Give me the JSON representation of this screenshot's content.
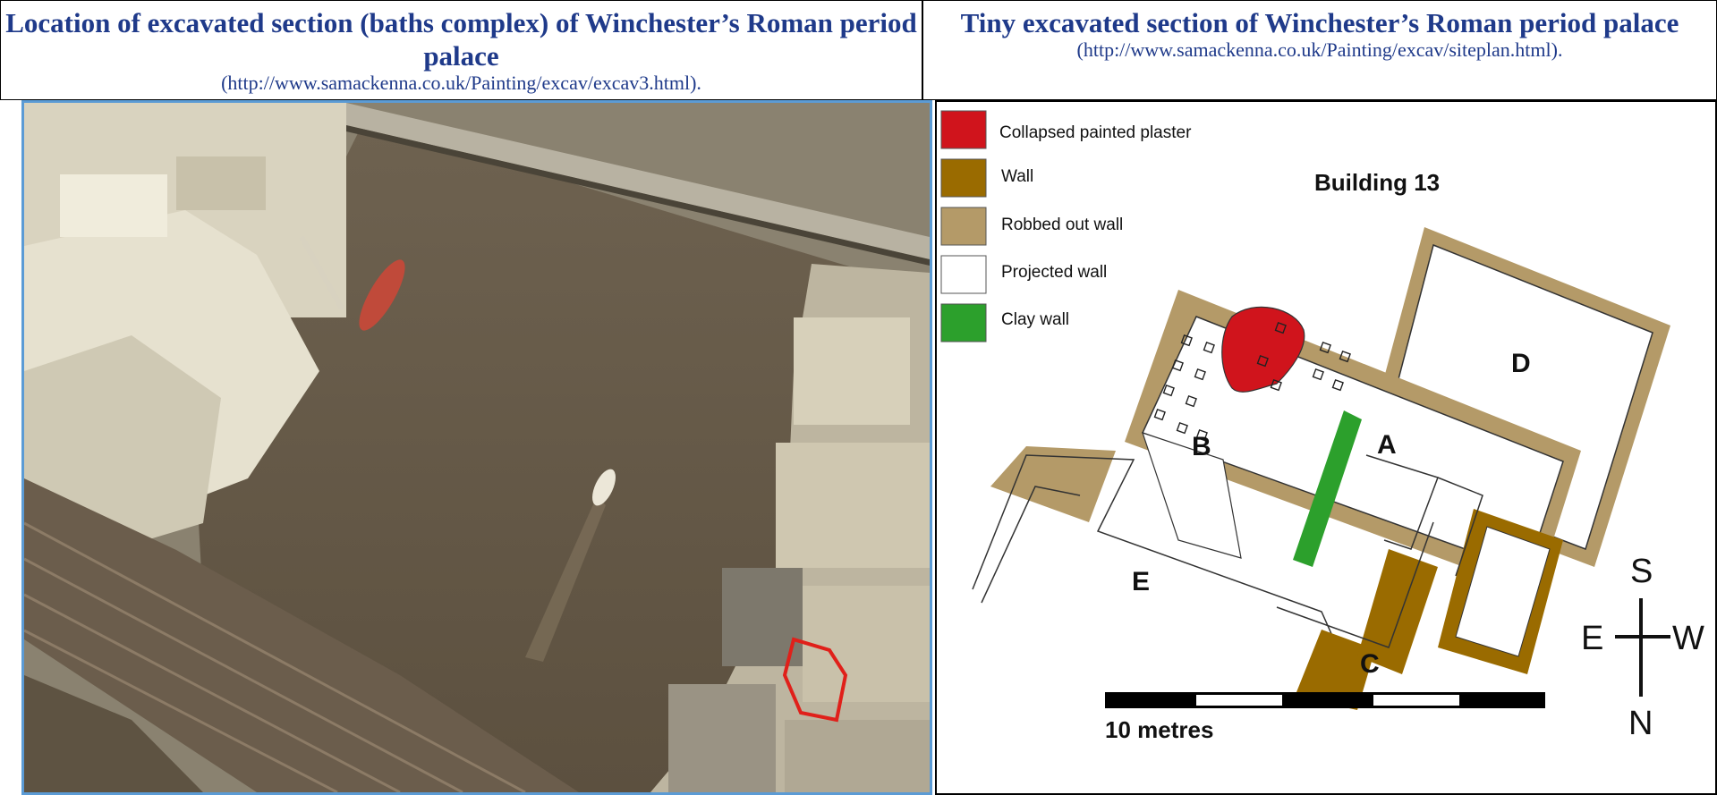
{
  "left": {
    "title": "Location of excavated section (baths complex) of Winchester’s Roman period palace",
    "source": "(http://www.samackenna.co.uk/Painting/excav/excav3.html)."
  },
  "right": {
    "title": "Tiny excavated section of Winchester’s Roman period palace",
    "source": "(http://www.samackenna.co.uk/Painting/excav/siteplan.html)."
  },
  "plan": {
    "building_label": "Building 13",
    "legend": [
      {
        "label": "Collapsed painted plaster",
        "color": "#d0141c"
      },
      {
        "label": "Wall",
        "color": "#9a6b00"
      },
      {
        "label": "Robbed out wall",
        "color": "#b49a68"
      },
      {
        "label": "Projected wall",
        "color": "#ffffff"
      },
      {
        "label": "Clay wall",
        "color": "#2ca02c"
      }
    ],
    "rooms": {
      "A": "A",
      "B": "B",
      "C": "C",
      "D": "D",
      "E": "E"
    },
    "compass": {
      "top": "S",
      "left": "E",
      "right": "W",
      "bottom": "N"
    },
    "scale_label": "10 metres"
  },
  "colors": {
    "heading": "#1f3a8a",
    "photo_border": "#5b9bd5",
    "highlight": "#e0201a"
  }
}
